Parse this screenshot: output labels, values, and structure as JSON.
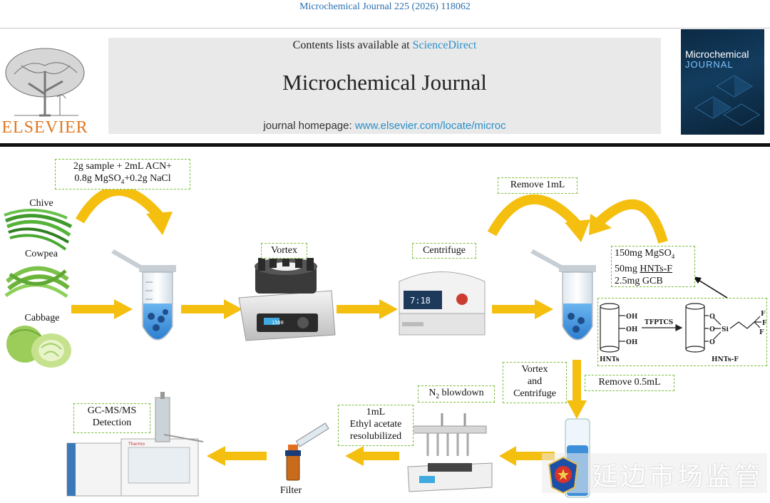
{
  "header": {
    "citation": "Microchemical Journal 225 (2026) 118062",
    "publisher_logo_text": "ELSEVIER",
    "contents_prefix": "Contents lists available at ",
    "contents_link": "ScienceDirect",
    "journal_title": "Microchemical Journal",
    "homepage_prefix": "journal homepage: ",
    "homepage_link": "www.elsevier.com/locate/microc",
    "cover_title_1": "Microchemical",
    "cover_title_2": "JOURNAL"
  },
  "diagram": {
    "samples": [
      "Chive",
      "Cowpea",
      "Cabbage"
    ],
    "step1_line1": "2g sample + 2mL ACN+",
    "step1_line2": "0.8g MgSO",
    "step1_sub": "4",
    "step1_line2b": "+0.2g NaCl",
    "vortex": "Vortex",
    "centrifuge": "Centrifuge",
    "remove_1ml": "Remove 1mL",
    "sorbent_line1": "150mg MgSO",
    "sorbent_sub": "4",
    "sorbent_line2a": "50mg ",
    "sorbent_line2b": "HNTs-F",
    "sorbent_line3": "2.5mg GCB",
    "reagent": "TFPTCS",
    "hnts": "HNTs",
    "hnts_f": "HNTs-F",
    "oh": "OH",
    "o": "O",
    "si": "Si",
    "f": "F",
    "vortex_centrifuge_1": "Vortex",
    "vortex_centrifuge_2": "and",
    "vortex_centrifuge_3": "Centrifuge",
    "remove_05ml": "Remove 0.5mL",
    "n2_prefix": "N",
    "n2_sub": "2",
    "n2_suffix": " blowdown",
    "resol_1": "1mL",
    "resol_2": "Ethyl acetate",
    "resol_3": "resolubilized",
    "filter": "Filter",
    "gcms_1": "GC-MS/MS",
    "gcms_2": "Detection",
    "instrument_brand": "Thermo",
    "vortex_display": "1500",
    "centrifuge_display": "7:18",
    "watermark": "延边市场监管"
  },
  "colors": {
    "arrow": "#f5bf0f",
    "box_border": "#7cbf3c",
    "link": "#2a8fc9",
    "elsevier": "#e0771f",
    "liquid": "#3d8fd9"
  }
}
